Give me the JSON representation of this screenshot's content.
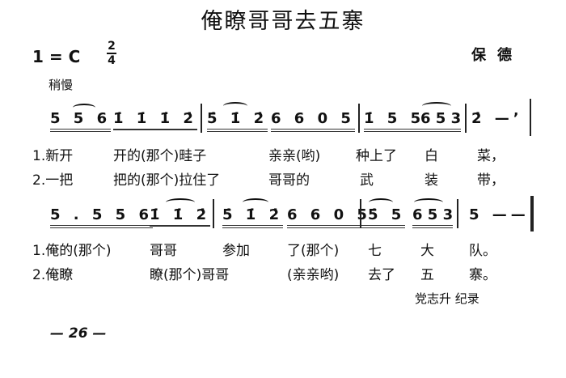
{
  "title": "俺瞭哥哥去五寨",
  "key": "1 = C",
  "time_signature": {
    "top": "2",
    "bottom": "4"
  },
  "composer": "保德",
  "tempo": "稍慢",
  "row1": {
    "groups": [
      "5 5 6",
      "1̇ 1̇  1̇ 2̇",
      "5̇ 1̇ 2̇",
      "6 6 0 5",
      "1̇ 5 5",
      "6 5 3",
      "2̇ —’"
    ],
    "lyrics1": [
      "1.新开",
      "开的(那个)畦子",
      "亲亲(哟)",
      "种上了",
      "白",
      "菜，"
    ],
    "lyrics2": [
      "2.一把",
      "把的(那个)拉住了",
      "哥哥的",
      "武",
      "装",
      "带，"
    ]
  },
  "row2": {
    "groups": [
      "5 . 5 5 6",
      "1̇ 1̇ 2̇",
      "5̇ 1̇ 2̇",
      "6 6 0 5",
      "5̇ 5",
      "6 5 3",
      "5 ——"
    ],
    "lyrics1": [
      "1.俺的(那个)",
      "哥哥",
      "参加",
      "了(那个)",
      "七",
      "大",
      "队。"
    ],
    "lyrics2": [
      "2.俺瞭",
      "瞭(那个)哥哥",
      "(亲亲哟)",
      "去了",
      "五",
      "寨。"
    ]
  },
  "recorder": "党志升  纪录",
  "page_number": "— 26 —"
}
